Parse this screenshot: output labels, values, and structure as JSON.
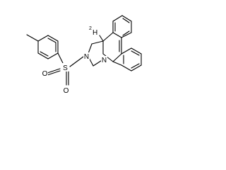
{
  "molecule": {
    "atoms": {
      "nitrogen_ring": "N",
      "nitrogen_sulfonyl": "N",
      "sulfur": "S",
      "oxygen_top": "O",
      "oxygen_bottom": "O",
      "deuterium_superscript": "2",
      "deuterium_symbol": "H"
    }
  }
}
